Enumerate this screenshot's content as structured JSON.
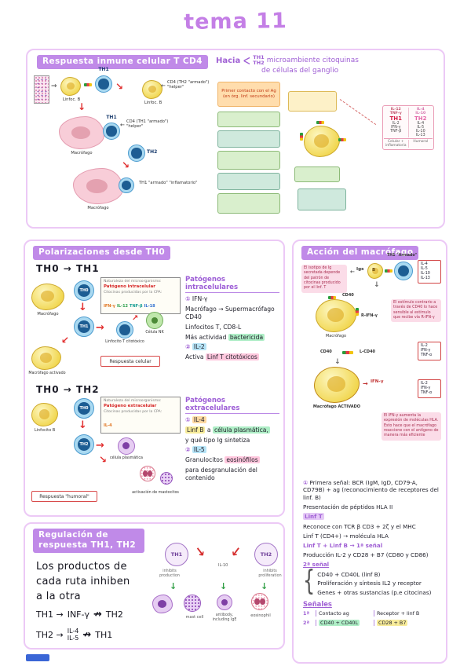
{
  "title": "tema 11",
  "icons": {
    "lt": "<",
    "arrow_right": "→",
    "arrow_left": "←",
    "arrow_down": "↓",
    "arrow_down_right": "↘",
    "arrow_down_left": "↙",
    "arrow_up_right": "↗",
    "not_arrow": "↛",
    "brace": "{"
  },
  "s1": {
    "heading": "Respuesta inmune celular T CD4",
    "left": {
      "linfB1": "Linfoc. B",
      "th1_top": "TH1",
      "linfB2": "Linfoc. B",
      "ann_th2helper": "CD4 (TH2 \"armado\") \"helper\"",
      "macro1": "Macrófago",
      "th1_mid": "TH1",
      "ann_th1helper": "CD4 (TH1 \"armado\") \"helper\"",
      "th2": "TH2",
      "macro2": "Macrófago",
      "ann_inflam": "TH1 \"armado\" \"inflamatorio\""
    },
    "right": {
      "hacia": "Hacia",
      "opts": "TH1\nTH2",
      "tail1": "microambiente citoquinas",
      "tail2": "de células del ganglio",
      "step1": "Primer contacto con el Ag (en órg. linf. secundario)",
      "legend": {
        "h1": "IL-12\nTNF-γ",
        "h2": "IL-4\nIL-10",
        "n1": "TH1",
        "n2": "TH2",
        "l1": "IL-2\nIFN-γ\nTNF-β",
        "l2": "IL-4\nIL-5\nIL-10\nIL-13",
        "f1": "Celular + inflamatoria",
        "f2": "Humoral"
      }
    }
  },
  "s2": {
    "heading": "Polarizaciones desde TH0",
    "sub1": "TH0 → TH1",
    "sub2": "TH0 → TH2",
    "d1": {
      "macrofago": "Macrófago",
      "th0": "TH0",
      "th1": "TH1",
      "nk": "Célula NK",
      "ctl": "Linfocito T citotóxico",
      "macro_act": "Macrófago activado",
      "resp": "Respuesta celular",
      "info_t1": "Naturaleza del microorganismo:",
      "info_v1": "Patógeno intracelular",
      "info_t2": "Citocinas producidas por la CPA:",
      "cy1": "IFN-γ",
      "cy2": "IL-12",
      "cy3": "TNF-β",
      "cy4": "IL-18"
    },
    "n1": {
      "title": "Patógenos intracelulares",
      "num1": "①",
      "v1": "IFN-γ",
      "l2": "Macrófago → Supermacrófago CD40",
      "l3": "Linfocitos T, CD8-L",
      "l4a": "Más actividad",
      "l4b": "bactericida",
      "num2": "②",
      "v2": "IL-2",
      "l6a": "Activa",
      "l6b": "Linf T citotóxicos"
    },
    "d2": {
      "linfB": "Linfocito B",
      "th0": "TH0",
      "th2": "TH2",
      "plasma": "célula plasmática",
      "mast": "activación de mastocitos",
      "resp": "Respuesta \"humoral\"",
      "info_t1": "Naturaleza del microorganismo:",
      "info_v1": "Patógeno extracelular",
      "info_t2": "Citocinas producidas por la CPA:",
      "cy1": "IL-4"
    },
    "n2": {
      "title": "Patógenos extracelulares",
      "num1": "①",
      "v1": "IL-4",
      "l2a": "Linf B",
      "l2b": "a",
      "l2c": "célula plasmática,",
      "l3": "y qué tipo Ig sintetiza",
      "num2": "②",
      "v2": "IL-5",
      "l5a": "Granulocitos",
      "l5b": "eosinófilos",
      "l6": "para desgranulación del contenido"
    }
  },
  "s3": {
    "heading": "Acción del macrófago",
    "d": {
      "note_top": "El isotipo de Ig secretada depende del patrón de citocinas producido por el linf. T",
      "igs": "Igs",
      "b": "B",
      "th1_armado": "TH1 \"Armado\"",
      "cytA": "IL-4\nIL-5\nIL-10\nIL-13",
      "cd40_a": "CD40",
      "macrofago": "Macrófago",
      "rifn": "R-IFN-γ",
      "note_mid": "El estímulo contrario a través de CD40 lo hace sensible al estímulo que recibe vía R-IFN-γ",
      "cd40_b": "CD40",
      "lcd40": "L-CD40",
      "cytB": "IL-2\nIFN-γ\nTNF-α",
      "macro_act": "Macrófago ACTIVADO",
      "ifn": "IFN-γ",
      "note_bot": "El IFN-γ aumenta la expresión de moléculas HLA. Esto hace que el macrófago reaccione con el antígeno de manera más eficiente"
    },
    "n": {
      "num1": "①",
      "w1": "Primera señal: BCR (IgM, IgD, CD79-A, CD79B) + ag (reconocimiento de receptores del linf. B)",
      "w2": "Presentación de péptidos HLA II",
      "w3": "Linf T",
      "w4": "Reconoce con TCR β CD3 + 2ζ y el MHC",
      "w5": "Linf T (CD4+) → molécula HLA",
      "w6": "Linf T + Linf B → 1ª señal",
      "w7": "Producción IL-2 y CD28 + B7 (CD80 y CD86)",
      "w8": "2ª señal",
      "w9": "CD40 + CD40L (linf B)",
      "w10": "Proliferación y síntesis IL2 y receptor",
      "w11": "Genes + otras sustancias (p.e citocinas)",
      "senales": "Señales",
      "r1": "1ª",
      "r1c1": "Contacto ag",
      "r1c2": "Receptor + linf B",
      "r2": "2ª",
      "r2c1": "CD40 + CD40L",
      "r2c2": "CD28 + B7"
    }
  },
  "s4": {
    "heading": "Regulación de respuesta TH1, TH2",
    "body": "Los productos de\ncada ruta inhiben\na la otra",
    "f1a": "TH1 →",
    "f1b": "INF-γ",
    "f1c": "TH2",
    "f2a": "TH2 →",
    "f2b": "IL-4\nIL-5",
    "f2c": "TH1",
    "d": {
      "th1": "TH1",
      "th2": "TH2",
      "inh1": "inhibits\nproduction",
      "inh2": "inhibits\nproliferation",
      "il10": "IL-10",
      "mast": "mast cell",
      "ab": "antibody,\nincluding IgE",
      "eos": "eosinophil"
    }
  }
}
